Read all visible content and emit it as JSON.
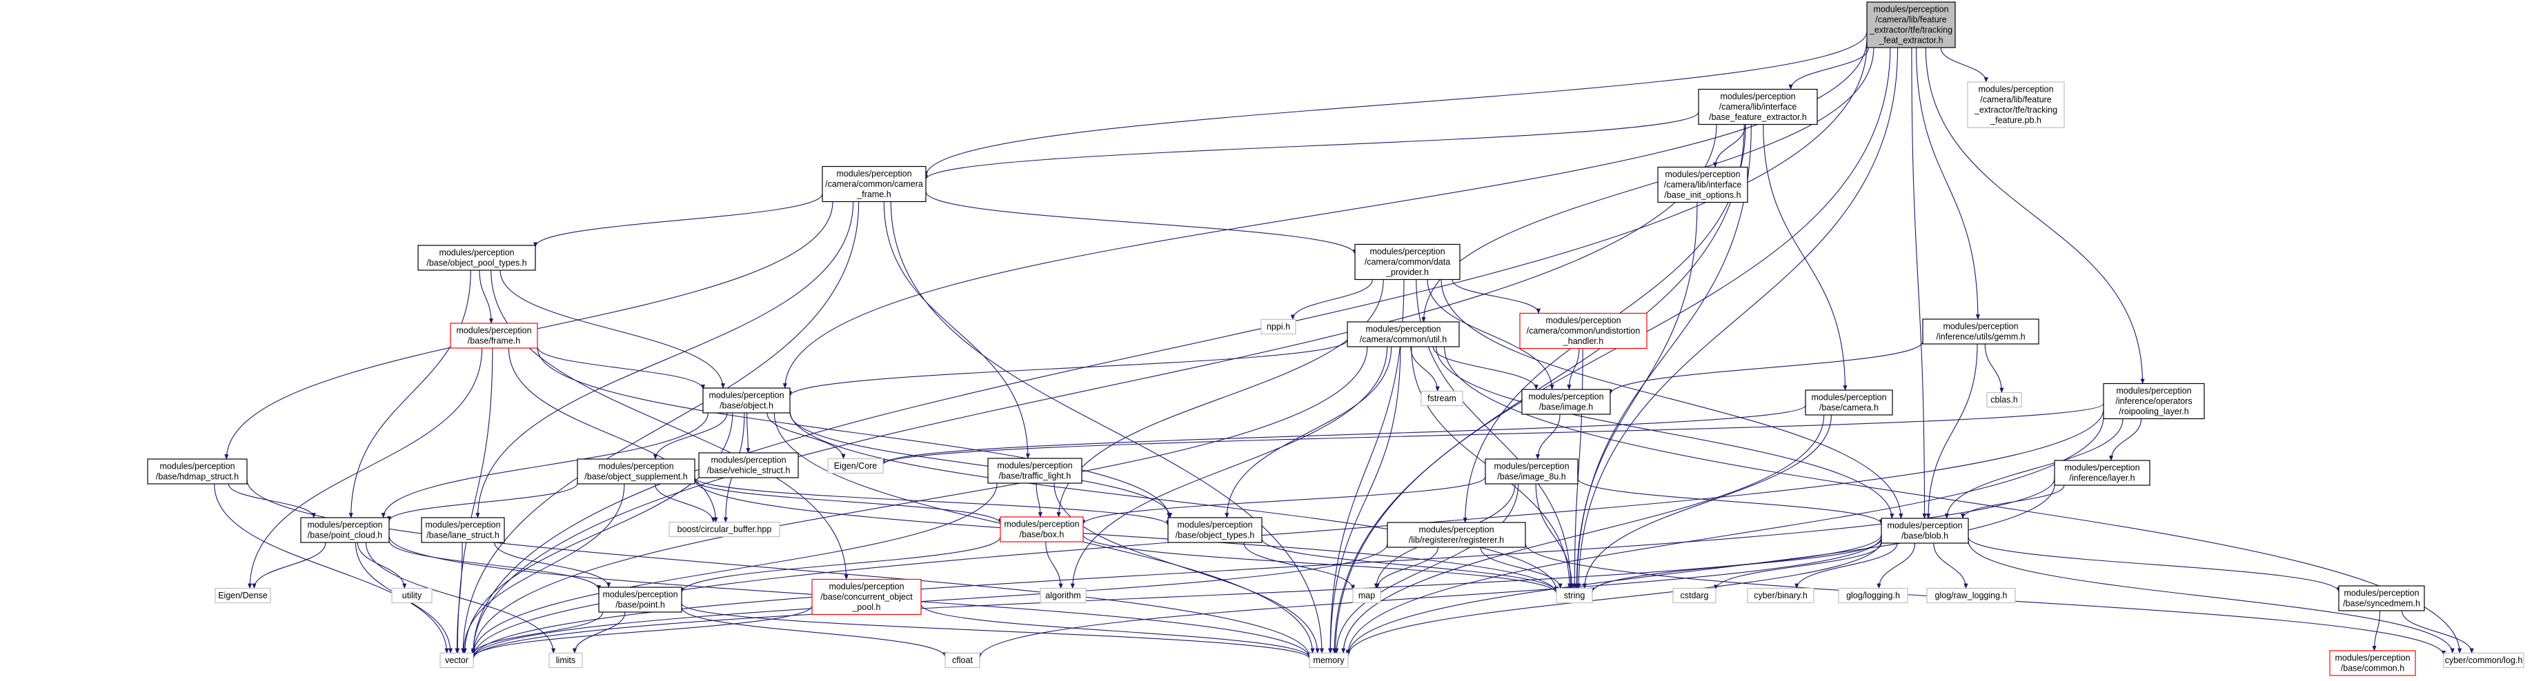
{
  "colors": {
    "edge": "#191970",
    "border_default": "#000000",
    "border_external": "#bfbfbf",
    "border_truncated": "#ff0000",
    "fill_root": "#bfbfbf",
    "fill_default": "#ffffff"
  },
  "nodes": [
    {
      "id": "root",
      "lines": [
        "modules/perception",
        "/camera/lib/feature",
        "_extractor/tfe/tracking",
        "_feat_extractor.h"
      ],
      "style": "root"
    },
    {
      "id": "base_feature_extractor",
      "lines": [
        "modules/perception",
        "/camera/lib/interface",
        "/base_feature_extractor.h"
      ],
      "style": "default"
    },
    {
      "id": "tracking_feature_pb",
      "lines": [
        "modules/perception",
        "/camera/lib/feature",
        "_extractor/tfe/tracking",
        "_feature.pb.h"
      ],
      "style": "external"
    },
    {
      "id": "camera_frame",
      "lines": [
        "modules/perception",
        "/camera/common/camera",
        "_frame.h"
      ],
      "style": "default"
    },
    {
      "id": "base_init_options",
      "lines": [
        "modules/perception",
        "/camera/lib/interface",
        "/base_init_options.h"
      ],
      "style": "default"
    },
    {
      "id": "object_pool_types",
      "lines": [
        "modules/perception",
        "/base/object_pool_types.h"
      ],
      "style": "default"
    },
    {
      "id": "data_provider",
      "lines": [
        "modules/perception",
        "/camera/common/data",
        "_provider.h"
      ],
      "style": "default"
    },
    {
      "id": "frame",
      "lines": [
        "modules/perception",
        "/base/frame.h"
      ],
      "style": "truncated"
    },
    {
      "id": "nppi",
      "lines": [
        "nppi.h"
      ],
      "style": "external"
    },
    {
      "id": "camera_util",
      "lines": [
        "modules/perception",
        "/camera/common/util.h"
      ],
      "style": "default"
    },
    {
      "id": "undistortion",
      "lines": [
        "modules/perception",
        "/camera/common/undistortion",
        "_handler.h"
      ],
      "style": "truncated"
    },
    {
      "id": "gemm",
      "lines": [
        "modules/perception",
        "/inference/utils/gemm.h"
      ],
      "style": "default"
    },
    {
      "id": "object",
      "lines": [
        "modules/perception",
        "/base/object.h"
      ],
      "style": "default"
    },
    {
      "id": "fstream",
      "lines": [
        "fstream"
      ],
      "style": "external"
    },
    {
      "id": "base_image",
      "lines": [
        "modules/perception",
        "/base/image.h"
      ],
      "style": "default"
    },
    {
      "id": "base_camera",
      "lines": [
        "modules/perception",
        "/base/camera.h"
      ],
      "style": "default"
    },
    {
      "id": "cblas",
      "lines": [
        "cblas.h"
      ],
      "style": "external"
    },
    {
      "id": "roipooling",
      "lines": [
        "modules/perception",
        "/inference/operators",
        "/roipooling_layer.h"
      ],
      "style": "default"
    },
    {
      "id": "eigen_core",
      "lines": [
        "Eigen/Core"
      ],
      "style": "external"
    },
    {
      "id": "hdmap_struct",
      "lines": [
        "modules/perception",
        "/base/hdmap_struct.h"
      ],
      "style": "default"
    },
    {
      "id": "object_supplement",
      "lines": [
        "modules/perception",
        "/base/object_supplement.h"
      ],
      "style": "default"
    },
    {
      "id": "vehicle_struct",
      "lines": [
        "modules/perception",
        "/base/vehicle_struct.h"
      ],
      "style": "default"
    },
    {
      "id": "traffic_light",
      "lines": [
        "modules/perception",
        "/base/traffic_light.h"
      ],
      "style": "default"
    },
    {
      "id": "image_8u",
      "lines": [
        "modules/perception",
        "/base/image_8u.h"
      ],
      "style": "default"
    },
    {
      "id": "inference_layer",
      "lines": [
        "modules/perception",
        "/inference/layer.h"
      ],
      "style": "default"
    },
    {
      "id": "point_cloud",
      "lines": [
        "modules/perception",
        "/base/point_cloud.h"
      ],
      "style": "default"
    },
    {
      "id": "lane_struct",
      "lines": [
        "modules/perception",
        "/base/lane_struct.h"
      ],
      "style": "default"
    },
    {
      "id": "circular_buffer",
      "lines": [
        "boost/circular_buffer.hpp"
      ],
      "style": "external"
    },
    {
      "id": "box",
      "lines": [
        "modules/perception",
        "/base/box.h"
      ],
      "style": "truncated"
    },
    {
      "id": "object_types",
      "lines": [
        "modules/perception",
        "/base/object_types.h"
      ],
      "style": "default"
    },
    {
      "id": "registerer",
      "lines": [
        "modules/perception",
        "/lib/registerer/registerer.h"
      ],
      "style": "default"
    },
    {
      "id": "blob",
      "lines": [
        "modules/perception",
        "/base/blob.h"
      ],
      "style": "default"
    },
    {
      "id": "eigen_dense",
      "lines": [
        "Eigen/Dense"
      ],
      "style": "external"
    },
    {
      "id": "utility",
      "lines": [
        "utility"
      ],
      "style": "external"
    },
    {
      "id": "base_point",
      "lines": [
        "modules/perception",
        "/base/point.h"
      ],
      "style": "default"
    },
    {
      "id": "concurrent_pool",
      "lines": [
        "modules/perception",
        "/base/concurrent_object",
        "_pool.h"
      ],
      "style": "truncated"
    },
    {
      "id": "algorithm",
      "lines": [
        "algorithm"
      ],
      "style": "external"
    },
    {
      "id": "map",
      "lines": [
        "map"
      ],
      "style": "external"
    },
    {
      "id": "string",
      "lines": [
        "string"
      ],
      "style": "external"
    },
    {
      "id": "cstdarg",
      "lines": [
        "cstdarg"
      ],
      "style": "external"
    },
    {
      "id": "cyber_binary",
      "lines": [
        "cyber/binary.h"
      ],
      "style": "external"
    },
    {
      "id": "glog_logging",
      "lines": [
        "glog/logging.h"
      ],
      "style": "external"
    },
    {
      "id": "glog_raw_logging",
      "lines": [
        "glog/raw_logging.h"
      ],
      "style": "external"
    },
    {
      "id": "syncedmem",
      "lines": [
        "modules/perception",
        "/base/syncedmem.h"
      ],
      "style": "default"
    },
    {
      "id": "vector",
      "lines": [
        "vector"
      ],
      "style": "external"
    },
    {
      "id": "limits",
      "lines": [
        "limits"
      ],
      "style": "external"
    },
    {
      "id": "cfloat",
      "lines": [
        "cfloat"
      ],
      "style": "external"
    },
    {
      "id": "memory",
      "lines": [
        "memory"
      ],
      "style": "external"
    },
    {
      "id": "base_common",
      "lines": [
        "modules/perception",
        "/base/common.h"
      ],
      "style": "truncated"
    },
    {
      "id": "cyber_log",
      "lines": [
        "cyber/common/log.h"
      ],
      "style": "external"
    }
  ],
  "edges": [
    [
      "root",
      "base_feature_extractor"
    ],
    [
      "root",
      "tracking_feature_pb"
    ],
    [
      "root",
      "camera_frame"
    ],
    [
      "root",
      "object"
    ],
    [
      "root",
      "camera_util"
    ],
    [
      "root",
      "gemm"
    ],
    [
      "root",
      "roipooling"
    ],
    [
      "root",
      "blob"
    ],
    [
      "root",
      "string"
    ],
    [
      "root",
      "vector"
    ],
    [
      "root",
      "memory"
    ],
    [
      "base_feature_extractor",
      "camera_frame"
    ],
    [
      "base_feature_extractor",
      "base_init_options"
    ],
    [
      "base_feature_extractor",
      "base_camera"
    ],
    [
      "base_feature_extractor",
      "registerer"
    ],
    [
      "base_feature_extractor",
      "string"
    ],
    [
      "base_feature_extractor",
      "vector"
    ],
    [
      "base_feature_extractor",
      "memory"
    ],
    [
      "camera_frame",
      "object_pool_types"
    ],
    [
      "camera_frame",
      "data_provider"
    ],
    [
      "camera_frame",
      "hdmap_struct"
    ],
    [
      "camera_frame",
      "lane_struct"
    ],
    [
      "camera_frame",
      "traffic_light"
    ],
    [
      "camera_frame",
      "vector"
    ],
    [
      "camera_frame",
      "memory"
    ],
    [
      "base_init_options",
      "string"
    ],
    [
      "object_pool_types",
      "frame"
    ],
    [
      "object_pool_types",
      "object"
    ],
    [
      "object_pool_types",
      "point_cloud"
    ],
    [
      "object_pool_types",
      "concurrent_pool"
    ],
    [
      "data_provider",
      "nppi"
    ],
    [
      "data_provider",
      "undistortion"
    ],
    [
      "data_provider",
      "base_image"
    ],
    [
      "data_provider",
      "box"
    ],
    [
      "data_provider",
      "blob"
    ],
    [
      "data_provider",
      "string"
    ],
    [
      "data_provider",
      "memory"
    ],
    [
      "frame",
      "object"
    ],
    [
      "frame",
      "eigen_dense"
    ],
    [
      "frame",
      "circular_buffer"
    ],
    [
      "frame",
      "object_types"
    ],
    [
      "frame",
      "vector"
    ],
    [
      "camera_util",
      "object"
    ],
    [
      "camera_util",
      "fstream"
    ],
    [
      "camera_util",
      "base_image"
    ],
    [
      "camera_util",
      "object_types"
    ],
    [
      "camera_util",
      "algorithm"
    ],
    [
      "camera_util",
      "string"
    ],
    [
      "camera_util",
      "vector"
    ],
    [
      "camera_util",
      "memory"
    ],
    [
      "camera_util",
      "blob"
    ],
    [
      "camera_util",
      "cyber_log"
    ],
    [
      "undistortion",
      "base_image"
    ],
    [
      "undistortion",
      "string"
    ],
    [
      "gemm",
      "base_image"
    ],
    [
      "gemm",
      "cblas"
    ],
    [
      "gemm",
      "blob"
    ],
    [
      "base_image",
      "image_8u"
    ],
    [
      "image_8u",
      "blob"
    ],
    [
      "image_8u",
      "box"
    ],
    [
      "image_8u",
      "map"
    ],
    [
      "image_8u",
      "string"
    ],
    [
      "image_8u",
      "memory"
    ],
    [
      "base_camera",
      "eigen_core"
    ],
    [
      "base_camera",
      "string"
    ],
    [
      "base_camera",
      "memory"
    ],
    [
      "roipooling",
      "eigen_core"
    ],
    [
      "roipooling",
      "inference_layer"
    ],
    [
      "roipooling",
      "blob"
    ],
    [
      "roipooling",
      "vector"
    ],
    [
      "roipooling",
      "memory"
    ],
    [
      "inference_layer",
      "blob"
    ],
    [
      "inference_layer",
      "vector"
    ],
    [
      "inference_layer",
      "memory"
    ],
    [
      "object",
      "eigen_core"
    ],
    [
      "object",
      "object_supplement"
    ],
    [
      "object",
      "vehicle_struct"
    ],
    [
      "object",
      "point_cloud"
    ],
    [
      "object",
      "object_types"
    ],
    [
      "object",
      "string"
    ],
    [
      "object",
      "vector"
    ],
    [
      "object",
      "memory"
    ],
    [
      "object",
      "circular_buffer"
    ],
    [
      "hdmap_struct",
      "point_cloud"
    ],
    [
      "hdmap_struct",
      "vector"
    ],
    [
      "hdmap_struct",
      "memory"
    ],
    [
      "object_supplement",
      "point_cloud"
    ],
    [
      "object_supplement",
      "circular_buffer"
    ],
    [
      "object_supplement",
      "box"
    ],
    [
      "object_supplement",
      "object_types"
    ],
    [
      "object_supplement",
      "vector"
    ],
    [
      "object_supplement",
      "string"
    ],
    [
      "traffic_light",
      "box"
    ],
    [
      "traffic_light",
      "vector"
    ],
    [
      "traffic_light",
      "memory"
    ],
    [
      "point_cloud",
      "eigen_dense"
    ],
    [
      "point_cloud",
      "utility"
    ],
    [
      "point_cloud",
      "base_point"
    ],
    [
      "point_cloud",
      "vector"
    ],
    [
      "point_cloud",
      "limits"
    ],
    [
      "point_cloud",
      "memory"
    ],
    [
      "lane_struct",
      "base_point"
    ],
    [
      "lane_struct",
      "vector"
    ],
    [
      "box",
      "base_point"
    ],
    [
      "box",
      "algorithm"
    ],
    [
      "box",
      "string"
    ],
    [
      "object_types",
      "map"
    ],
    [
      "object_types",
      "string"
    ],
    [
      "registerer",
      "map"
    ],
    [
      "registerer",
      "string"
    ],
    [
      "registerer",
      "vector"
    ],
    [
      "registerer",
      "cyber_log"
    ],
    [
      "blob",
      "cstdarg"
    ],
    [
      "blob",
      "cyber_binary"
    ],
    [
      "blob",
      "glog_logging"
    ],
    [
      "blob",
      "glog_raw_logging"
    ],
    [
      "blob",
      "syncedmem"
    ],
    [
      "blob",
      "string"
    ],
    [
      "blob",
      "vector"
    ],
    [
      "blob",
      "memory"
    ],
    [
      "blob",
      "cyber_log"
    ],
    [
      "blob",
      "cfloat"
    ],
    [
      "base_point",
      "cfloat"
    ],
    [
      "base_point",
      "limits"
    ],
    [
      "base_point",
      "vector"
    ],
    [
      "base_point",
      "memory"
    ],
    [
      "concurrent_pool",
      "vector"
    ],
    [
      "concurrent_pool",
      "memory"
    ],
    [
      "syncedmem",
      "base_common"
    ],
    [
      "syncedmem",
      "cyber_log"
    ]
  ]
}
